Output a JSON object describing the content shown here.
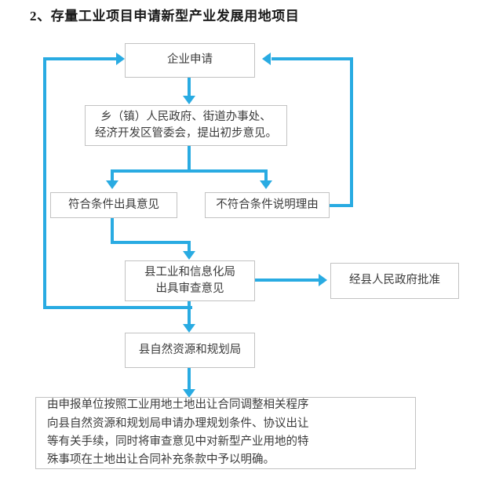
{
  "title": "2、存量工业项目申请新型产业发展用地项目",
  "accent_color": "#29ABE2",
  "box_border_color": "#C2C2C2",
  "text_color": "#3B3B3B",
  "nodes": {
    "enterprise_application": {
      "label": "企业申请",
      "lines": [
        "企业申请"
      ]
    },
    "township_government": {
      "label": "乡（镇）人民政府、街道办事处、经济开发区管委会，提出初步意见。",
      "lines": [
        "乡（镇）人民政府、街道办事处、",
        "经济开发区管委会，提出初步意见。"
      ]
    },
    "qualified_opinion": {
      "label": "符合条件出具意见",
      "lines": [
        "符合条件出具意见"
      ]
    },
    "unqualified_reason": {
      "label": "不符合条件说明理由",
      "lines": [
        "不符合条件说明理由"
      ]
    },
    "industry_bureau": {
      "label": "县工业和信息化局出具审查意见",
      "lines": [
        "县工业和信息化局",
        "出具审查意见"
      ]
    },
    "county_gov_approval": {
      "label": "经县人民政府批准",
      "lines": [
        "经县人民政府批准"
      ]
    },
    "natural_resources_bureau": {
      "label": "县自然资源和规划局",
      "lines": [
        "县自然资源和规划局"
      ]
    },
    "final_procedure": {
      "label": "由申报单位按照工业用地土地出让合同调整相关程序向县自然资源和规划局申请办理规划条件、协议出让等有关手续，同时将审查意见中对新型产业用地的特殊事项在土地出让合同补充条款中予以明确。",
      "lines": [
        "由申报单位按照工业用地土地出让合同调整相关程序",
        "向县自然资源和规划局申请办理规划条件、协议出让",
        "等有关手续，同时将审查意见中对新型产业用地的特",
        "殊事项在土地出让合同补充条款中予以明确。"
      ]
    }
  },
  "connectors": [
    {
      "name": "enterprise-to-township",
      "from": "enterprise_application",
      "to": "township_government"
    },
    {
      "name": "township-split-to-qualified",
      "from": "township_government",
      "to": "qualified_opinion"
    },
    {
      "name": "township-split-to-unqualified",
      "from": "township_government",
      "to": "unqualified_reason"
    },
    {
      "name": "unqualified-return-to-enterprise",
      "from": "unqualified_reason",
      "to": "enterprise_application"
    },
    {
      "name": "qualified-to-industry-bureau",
      "from": "qualified_opinion",
      "to": "industry_bureau"
    },
    {
      "name": "industry-bureau-to-county-approval",
      "from": "industry_bureau",
      "to": "county_gov_approval"
    },
    {
      "name": "industry-bureau-to-natural-resources",
      "from": "industry_bureau",
      "to": "natural_resources_bureau"
    },
    {
      "name": "natural-resources-to-final-procedure",
      "from": "natural_resources_bureau",
      "to": "final_procedure"
    },
    {
      "name": "left-loop-back-to-enterprise",
      "from": "final_procedure_branch",
      "to": "enterprise_application"
    }
  ]
}
